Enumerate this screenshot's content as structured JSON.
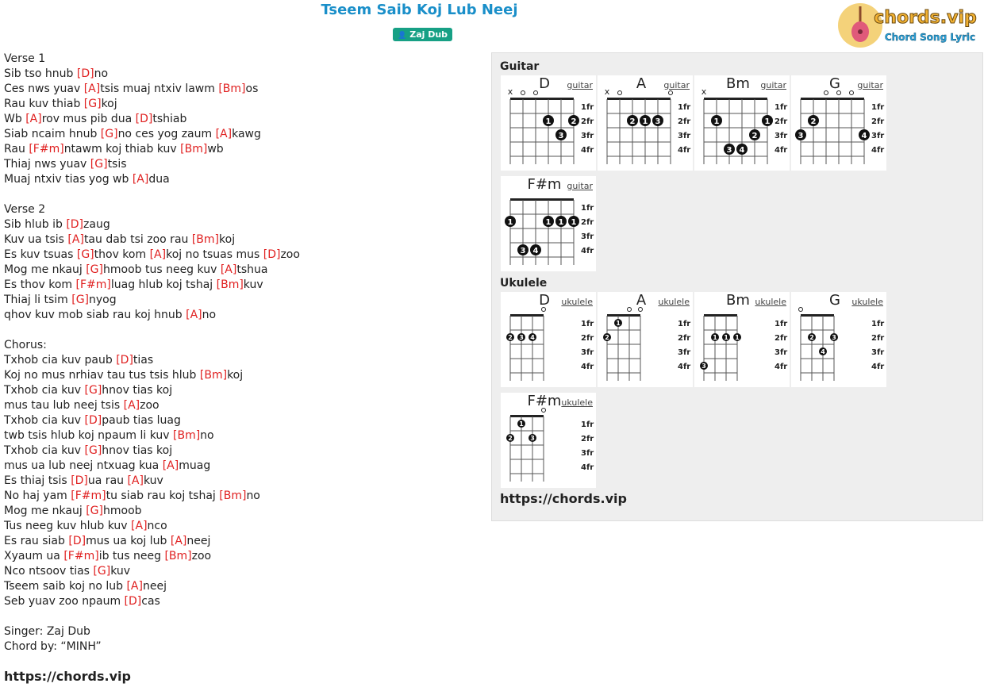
{
  "song": {
    "title": "Tseem Saib Koj Lub Neej",
    "artist": "Zaj Dub"
  },
  "logo": {
    "text": "chords.vip",
    "tagline": "Chord Song Lyric",
    "icon": "guitar-icon"
  },
  "lyrics": [
    [
      {
        "t": "Verse 1"
      }
    ],
    [
      {
        "t": "Sib tso hnub "
      },
      {
        "c": "[D]"
      },
      {
        "t": "no"
      }
    ],
    [
      {
        "t": "Ces nws yuav "
      },
      {
        "c": "[A]"
      },
      {
        "t": "tsis muaj ntxiv lawm "
      },
      {
        "c": "[Bm]"
      },
      {
        "t": "os"
      }
    ],
    [
      {
        "t": "Rau kuv thiab "
      },
      {
        "c": "[G]"
      },
      {
        "t": "koj"
      }
    ],
    [
      {
        "t": "Wb "
      },
      {
        "c": "[A]"
      },
      {
        "t": "rov mus pib dua "
      },
      {
        "c": "[D]"
      },
      {
        "t": "tshiab"
      }
    ],
    [
      {
        "t": "Siab ncaim hnub "
      },
      {
        "c": "[G]"
      },
      {
        "t": "no ces yog zaum "
      },
      {
        "c": "[A]"
      },
      {
        "t": "kawg"
      }
    ],
    [
      {
        "t": "Rau "
      },
      {
        "c": "[F#m]"
      },
      {
        "t": "ntawm koj thiab kuv "
      },
      {
        "c": "[Bm]"
      },
      {
        "t": "wb"
      }
    ],
    [
      {
        "t": "Thiaj nws yuav "
      },
      {
        "c": "[G]"
      },
      {
        "t": "tsis"
      }
    ],
    [
      {
        "t": "Muaj ntxiv tias yog wb "
      },
      {
        "c": "[A]"
      },
      {
        "t": "dua"
      }
    ],
    [],
    [
      {
        "t": "Verse 2"
      }
    ],
    [
      {
        "t": "Sib hlub ib "
      },
      {
        "c": "[D]"
      },
      {
        "t": "zaug"
      }
    ],
    [
      {
        "t": "Kuv ua tsis "
      },
      {
        "c": "[A]"
      },
      {
        "t": "tau dab tsi zoo rau "
      },
      {
        "c": "[Bm]"
      },
      {
        "t": "koj"
      }
    ],
    [
      {
        "t": "Es kuv tsuas "
      },
      {
        "c": "[G]"
      },
      {
        "t": "thov kom "
      },
      {
        "c": "[A]"
      },
      {
        "t": "koj no tsuas mus "
      },
      {
        "c": "[D]"
      },
      {
        "t": "zoo"
      }
    ],
    [
      {
        "t": "Mog me nkauj "
      },
      {
        "c": "[G]"
      },
      {
        "t": "hmoob tus neeg kuv "
      },
      {
        "c": "[A]"
      },
      {
        "t": "tshua"
      }
    ],
    [
      {
        "t": "Es thov kom "
      },
      {
        "c": "[F#m]"
      },
      {
        "t": "luag hlub koj tshaj "
      },
      {
        "c": "[Bm]"
      },
      {
        "t": "kuv"
      }
    ],
    [
      {
        "t": "Thiaj li tsim "
      },
      {
        "c": "[G]"
      },
      {
        "t": "nyog"
      }
    ],
    [
      {
        "t": "qhov kuv mob siab rau koj hnub "
      },
      {
        "c": "[A]"
      },
      {
        "t": "no"
      }
    ],
    [],
    [
      {
        "t": "Chorus:"
      }
    ],
    [
      {
        "t": "Txhob cia kuv paub "
      },
      {
        "c": "[D]"
      },
      {
        "t": "tias"
      }
    ],
    [
      {
        "t": "Koj no mus nrhiav tau tus tsis hlub "
      },
      {
        "c": "[Bm]"
      },
      {
        "t": "koj"
      }
    ],
    [
      {
        "t": "Txhob cia kuv "
      },
      {
        "c": "[G]"
      },
      {
        "t": "hnov tias koj"
      }
    ],
    [
      {
        "t": "mus tau lub neej tsis "
      },
      {
        "c": "[A]"
      },
      {
        "t": "zoo"
      }
    ],
    [
      {
        "t": "Txhob cia kuv "
      },
      {
        "c": "[D]"
      },
      {
        "t": "paub tias luag"
      }
    ],
    [
      {
        "t": "twb tsis hlub koj npaum li kuv "
      },
      {
        "c": "[Bm]"
      },
      {
        "t": "no"
      }
    ],
    [
      {
        "t": "Txhob cia kuv "
      },
      {
        "c": "[G]"
      },
      {
        "t": "hnov tias koj"
      }
    ],
    [
      {
        "t": "mus ua lub neej ntxuag kua "
      },
      {
        "c": "[A]"
      },
      {
        "t": "muag"
      }
    ],
    [
      {
        "t": "Es thiaj tsis "
      },
      {
        "c": "[D]"
      },
      {
        "t": "ua rau "
      },
      {
        "c": "[A]"
      },
      {
        "t": "kuv"
      }
    ],
    [
      {
        "t": "No haj yam "
      },
      {
        "c": "[F#m]"
      },
      {
        "t": "tu siab rau koj tshaj "
      },
      {
        "c": "[Bm]"
      },
      {
        "t": "no"
      }
    ],
    [
      {
        "t": "Mog me nkauj "
      },
      {
        "c": "[G]"
      },
      {
        "t": "hmoob"
      }
    ],
    [
      {
        "t": "Tus neeg kuv hlub kuv "
      },
      {
        "c": "[A]"
      },
      {
        "t": "nco"
      }
    ],
    [
      {
        "t": "Es rau siab "
      },
      {
        "c": "[D]"
      },
      {
        "t": "mus ua koj lub "
      },
      {
        "c": "[A]"
      },
      {
        "t": "neej"
      }
    ],
    [
      {
        "t": "Xyaum ua "
      },
      {
        "c": "[F#m]"
      },
      {
        "t": "ib tus neeg "
      },
      {
        "c": "[Bm]"
      },
      {
        "t": "zoo"
      }
    ],
    [
      {
        "t": "Nco ntsoov tias "
      },
      {
        "c": "[G]"
      },
      {
        "t": "kuv"
      }
    ],
    [
      {
        "t": "Tseem saib koj no lub "
      },
      {
        "c": "[A]"
      },
      {
        "t": "neej"
      }
    ],
    [
      {
        "t": "Seb yuav zoo npaum "
      },
      {
        "c": "[D]"
      },
      {
        "t": "cas"
      }
    ],
    [],
    [
      {
        "t": "Singer: Zaj Dub"
      }
    ],
    [
      {
        "t": "Chord by: “MINH”"
      }
    ]
  ],
  "footer_link": "https://chords.vip",
  "panel": {
    "guitar_title": "Guitar",
    "ukulele_title": "Ukulele",
    "link": "https://chords.vip",
    "fret_labels": [
      "1fr",
      "2fr",
      "3fr",
      "4fr"
    ],
    "guitar": [
      {
        "name": "D",
        "type": "guitar",
        "marks": [
          "x",
          "o",
          "o",
          "",
          "",
          ""
        ],
        "dots": [
          [
            4,
            2,
            "1"
          ],
          [
            6,
            2,
            "2"
          ],
          [
            5,
            3,
            "3"
          ]
        ]
      },
      {
        "name": "A",
        "type": "guitar",
        "marks": [
          "x",
          "o",
          "",
          "",
          "",
          "o"
        ],
        "dots": [
          [
            3,
            2,
            "2"
          ],
          [
            4,
            2,
            "1"
          ],
          [
            5,
            2,
            "3"
          ]
        ]
      },
      {
        "name": "Bm",
        "type": "guitar",
        "marks": [
          "x",
          "",
          "",
          "",
          "",
          ""
        ],
        "dots": [
          [
            2,
            2,
            "1"
          ],
          [
            6,
            2,
            "1"
          ],
          [
            5,
            3,
            "2"
          ],
          [
            3,
            4,
            "3"
          ],
          [
            4,
            4,
            "4"
          ]
        ]
      },
      {
        "name": "G",
        "type": "guitar",
        "marks": [
          "",
          "",
          "o",
          "o",
          "o",
          ""
        ],
        "dots": [
          [
            2,
            2,
            "2"
          ],
          [
            1,
            3,
            "3"
          ],
          [
            6,
            3,
            "4"
          ]
        ]
      },
      {
        "name": "F#m",
        "type": "guitar",
        "marks": [
          "",
          "",
          "",
          "",
          "",
          ""
        ],
        "dots": [
          [
            1,
            2,
            "1"
          ],
          [
            4,
            2,
            "1"
          ],
          [
            5,
            2,
            "1"
          ],
          [
            6,
            2,
            "1"
          ],
          [
            2,
            4,
            "3"
          ],
          [
            3,
            4,
            "4"
          ]
        ]
      }
    ],
    "ukulele": [
      {
        "name": "D",
        "type": "ukulele",
        "marks": [
          "",
          "",
          "",
          "o"
        ],
        "dots": [
          [
            1,
            2,
            "2"
          ],
          [
            2,
            2,
            "3"
          ],
          [
            3,
            2,
            "4"
          ]
        ]
      },
      {
        "name": "A",
        "type": "ukulele",
        "marks": [
          "",
          "",
          "o",
          "o"
        ],
        "dots": [
          [
            2,
            1,
            "1"
          ],
          [
            1,
            2,
            "2"
          ]
        ]
      },
      {
        "name": "Bm",
        "type": "ukulele",
        "marks": [
          "",
          "",
          "",
          ""
        ],
        "dots": [
          [
            2,
            2,
            "1"
          ],
          [
            3,
            2,
            "1"
          ],
          [
            4,
            2,
            "1"
          ],
          [
            1,
            4,
            "3"
          ]
        ]
      },
      {
        "name": "G",
        "type": "ukulele",
        "marks": [
          "o",
          "",
          "",
          ""
        ],
        "dots": [
          [
            2,
            2,
            "2"
          ],
          [
            4,
            2,
            "3"
          ],
          [
            3,
            3,
            "4"
          ]
        ]
      },
      {
        "name": "F#m",
        "type": "ukulele",
        "marks": [
          "",
          "",
          "",
          "o"
        ],
        "dots": [
          [
            2,
            1,
            "1"
          ],
          [
            1,
            2,
            "2"
          ],
          [
            3,
            2,
            "3"
          ]
        ]
      }
    ]
  }
}
